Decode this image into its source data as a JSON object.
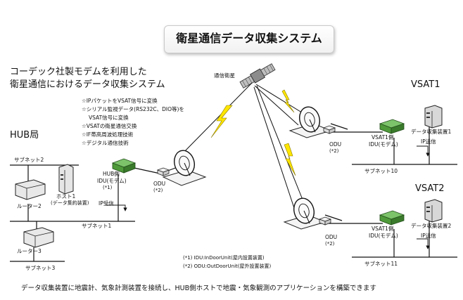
{
  "title": "衛星通信データ収集システム",
  "heading": {
    "line1": "コーデック社製モデムを利用した",
    "line2": "衛星通信におけるデータ収集システム"
  },
  "satellite_label": "通信衛星",
  "features": [
    "☆IPパケットをVSAT信号に変換",
    "☆シリアル監視データ(RS232C、DIO等)を",
    "VSAT信号に変換",
    "☆VSATの衛星通信交換",
    "☆IF帯高周波処理技術",
    "☆デジタル通信技術"
  ],
  "hub": {
    "station": "HUB局",
    "subnet2": "サブネット2",
    "host_line1": "ホスト1",
    "host_line2": "(データ集約装置)",
    "router2": "ルーター2",
    "idu_line1": "HUB側",
    "idu_line2": "IDU(モデム)",
    "idu_note": "(*1)",
    "odu": "ODU",
    "odu_note": "(*2)",
    "ip_rx": "IP受信",
    "subnet1": "サブネット1",
    "router3": "ルーター3",
    "subnet3": "サブネット3"
  },
  "vsat1": {
    "name": "VSAT1",
    "odu": "ODU",
    "odu_note": "(*2)",
    "idu_line1": "VSAT1側",
    "idu_line2": "IDU(モデム)",
    "collector": "データ収集装置1",
    "ip_tx": "IP送信",
    "subnet": "サブネット10"
  },
  "vsat2": {
    "name": "VSAT2",
    "odu": "ODU",
    "odu_note": "(*2)",
    "idu_line1": "VSAT1側",
    "idu_line2": "IDU(モデム)",
    "collector": "データ収集装置2",
    "ip_tx": "IP送信",
    "subnet": "サブネット11"
  },
  "notes": [
    "(*1) IDU:InDoorUnit(屋内設置装置)",
    "(*2) ODU:OutDoorUnit(屋外設置装置)"
  ],
  "footer": "データ収集装置に地震計、気象計測装置を接続し、HUB側ホストで地震・気象観測のアプリケーションを構築できます",
  "colors": {
    "modem_green": "#4f9a3a",
    "lightning_yellow": "#ffe600",
    "line": "#111111"
  }
}
